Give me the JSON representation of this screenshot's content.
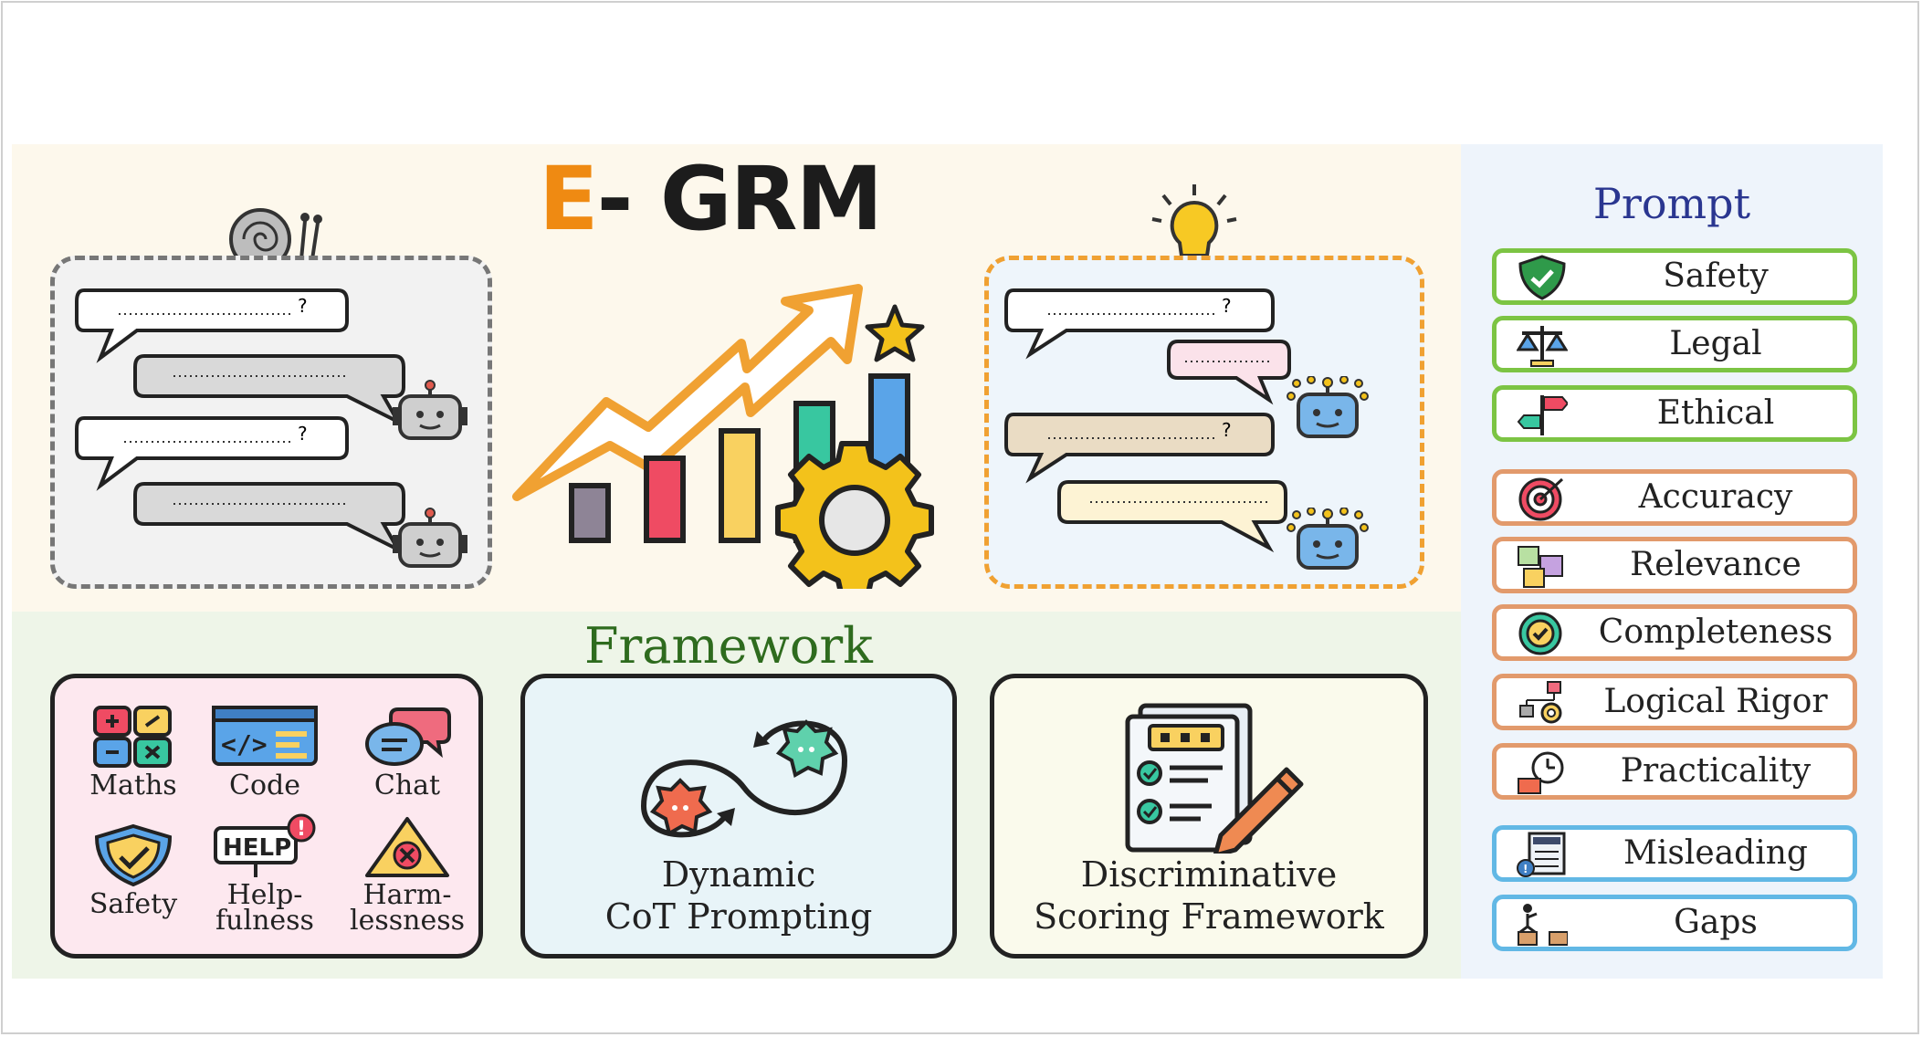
{
  "title": {
    "prefix": "E",
    "rest": "- GRM"
  },
  "framework": {
    "title": "Framework",
    "tasks": [
      {
        "label": "Maths",
        "icon": "calculator-icon"
      },
      {
        "label": "Code",
        "icon": "code-window-icon"
      },
      {
        "label": "Chat",
        "icon": "chat-bubbles-icon"
      },
      {
        "label": "Safety",
        "icon": "shield-check-icon"
      },
      {
        "label": "Help-\nfulness",
        "icon": "help-sign-icon"
      },
      {
        "label": "Harm-\nlessness",
        "icon": "warning-x-icon"
      }
    ],
    "cot_label": "Dynamic\nCoT Prompting",
    "scoring_label": "Discriminative\nScoring Framework"
  },
  "prompt": {
    "title": "Prompt",
    "items": [
      {
        "label": "Safety",
        "group": "green",
        "icon": "shield-icon"
      },
      {
        "label": "Legal",
        "group": "green",
        "icon": "scales-icon"
      },
      {
        "label": "Ethical",
        "group": "green",
        "icon": "signpost-icon"
      },
      {
        "label": "Accuracy",
        "group": "orange",
        "icon": "target-icon"
      },
      {
        "label": "Relevance",
        "group": "orange",
        "icon": "puzzle-icon"
      },
      {
        "label": "Completeness",
        "group": "orange",
        "icon": "check-badge-icon"
      },
      {
        "label": "Logical Rigor",
        "group": "orange",
        "icon": "flowchart-gear-icon"
      },
      {
        "label": "Practicality",
        "group": "orange",
        "icon": "clock-tools-icon"
      },
      {
        "label": "Misleading",
        "group": "blue",
        "icon": "fake-news-icon"
      },
      {
        "label": "Gaps",
        "group": "blue",
        "icon": "gap-jump-icon"
      }
    ]
  },
  "colors": {
    "accent": "#ef8a12",
    "framework": "#2e6b1e",
    "prompt": "#2a3690"
  }
}
